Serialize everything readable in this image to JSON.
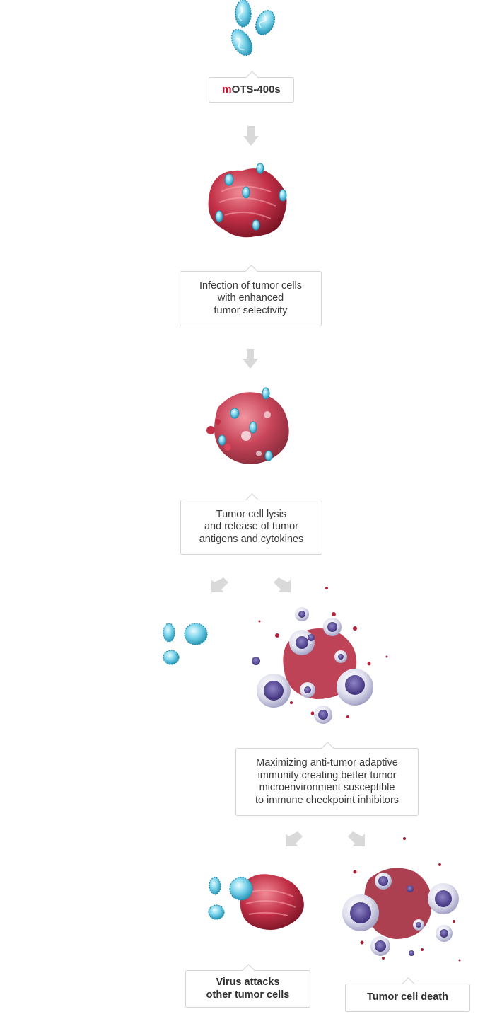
{
  "steps": {
    "virus": {
      "label_prefix": "m",
      "label_rest": "OTS-400s"
    },
    "infection": {
      "label": "Infection of tumor cells\nwith enhanced\ntumor selectivity"
    },
    "lysis": {
      "label": "Tumor cell lysis\nand release of tumor\nantigens and cytokines"
    },
    "immunity": {
      "label": "Maximizing anti-tumor adaptive\nimmunity creating better tumor\nmicroenvironment susceptible\nto immune checkpoint inhibitors"
    },
    "attack": {
      "label": "Virus attacks\nother tumor cells"
    },
    "death": {
      "label": "Tumor cell death"
    }
  },
  "colors": {
    "virus": "#4cc3e0",
    "virus_dark": "#1f8fb0",
    "tumor": "#b3223a",
    "tumor_light": "#e06070",
    "immune": "#6a5aa8",
    "arrow": "#d9d9d9",
    "brand_red": "#d0102b"
  },
  "icons": [
    "virus-particle-icon",
    "tumor-cell-icon",
    "lysed-tumor-icon",
    "immune-cell-icon",
    "down-arrow-icon"
  ]
}
